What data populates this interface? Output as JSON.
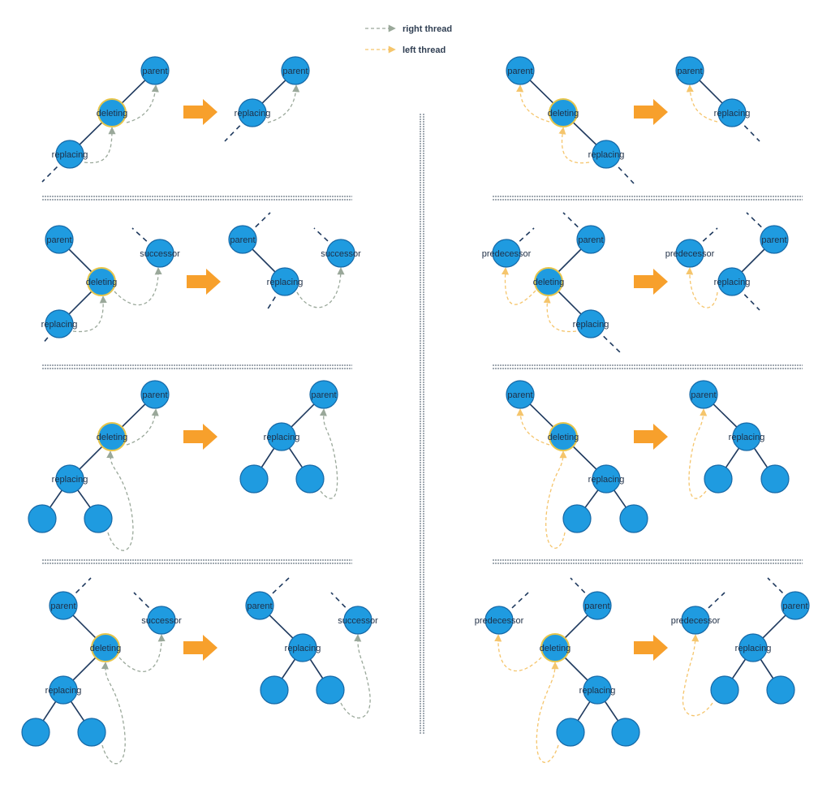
{
  "legend": {
    "right_thread": {
      "label": "right thread",
      "color": "#9aa89a"
    },
    "left_thread": {
      "label": "left thread",
      "color": "#f5c56c"
    }
  },
  "colors": {
    "node_fill": "#1f9be0",
    "node_stroke": "#1668a6",
    "deleting_ring": "#e7c54a",
    "edge": "#1f3a5f",
    "arrow": "#f7a02c",
    "separator": "#445566"
  },
  "labels": {
    "parent": "parent",
    "deleting": "deleting",
    "replacing": "replacing",
    "successor": "successor",
    "predecessor": "predecessor"
  },
  "icons": [
    "transform-arrow-icon",
    "thread-arrowhead-icon"
  ]
}
